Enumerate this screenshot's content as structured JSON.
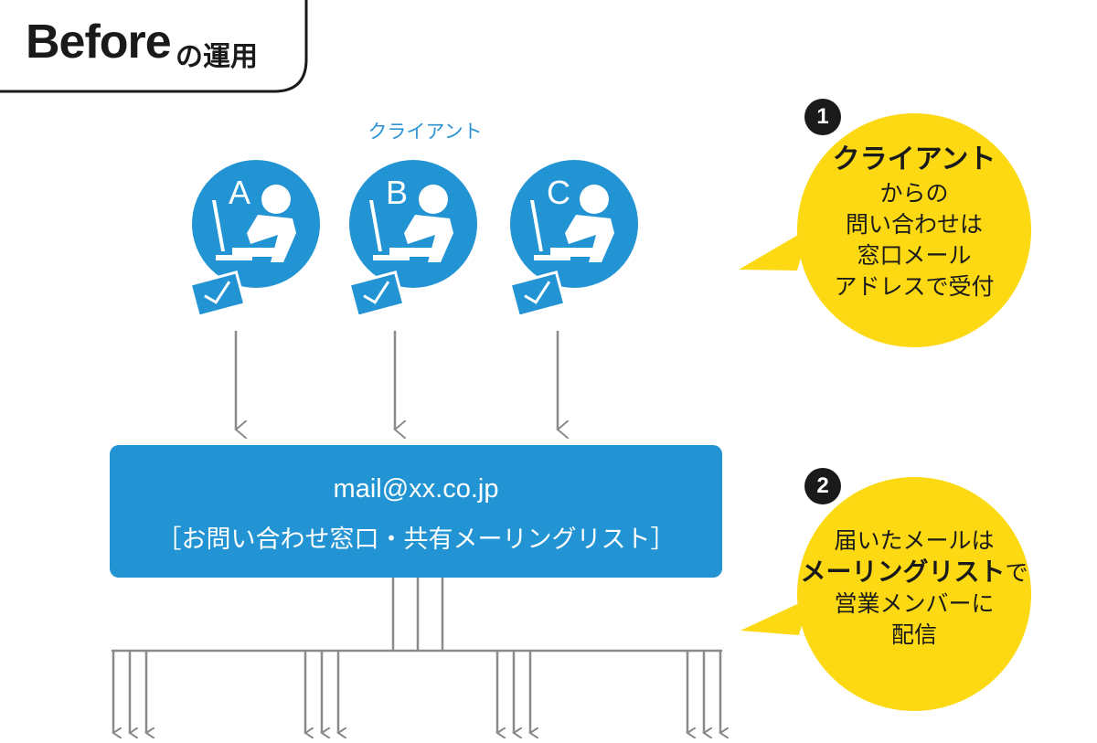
{
  "title": {
    "en": "Before",
    "ja": "の運用"
  },
  "clients": {
    "label": "クライアント",
    "items": [
      {
        "letter": "A"
      },
      {
        "letter": "B"
      },
      {
        "letter": "C"
      }
    ]
  },
  "mailing_list": {
    "address": "mail@xx.co.jp",
    "description": "［お問い合わせ窓口・共有メーリングリスト］"
  },
  "steps": [
    {
      "number": "1",
      "lines": [
        "クライアント",
        "からの",
        "問い合わせは",
        "窓口メール",
        "アドレスで受付"
      ]
    },
    {
      "number": "2",
      "lines": [
        "届いたメールは",
        "メーリングリスト",
        "で",
        "営業メンバーに",
        "配信"
      ]
    }
  ],
  "colors": {
    "accent_blue": "#2294d3",
    "bubble_yellow": "#fcd912",
    "arrow_gray": "#8a8a8a",
    "text_dark": "#1a1a1a"
  }
}
